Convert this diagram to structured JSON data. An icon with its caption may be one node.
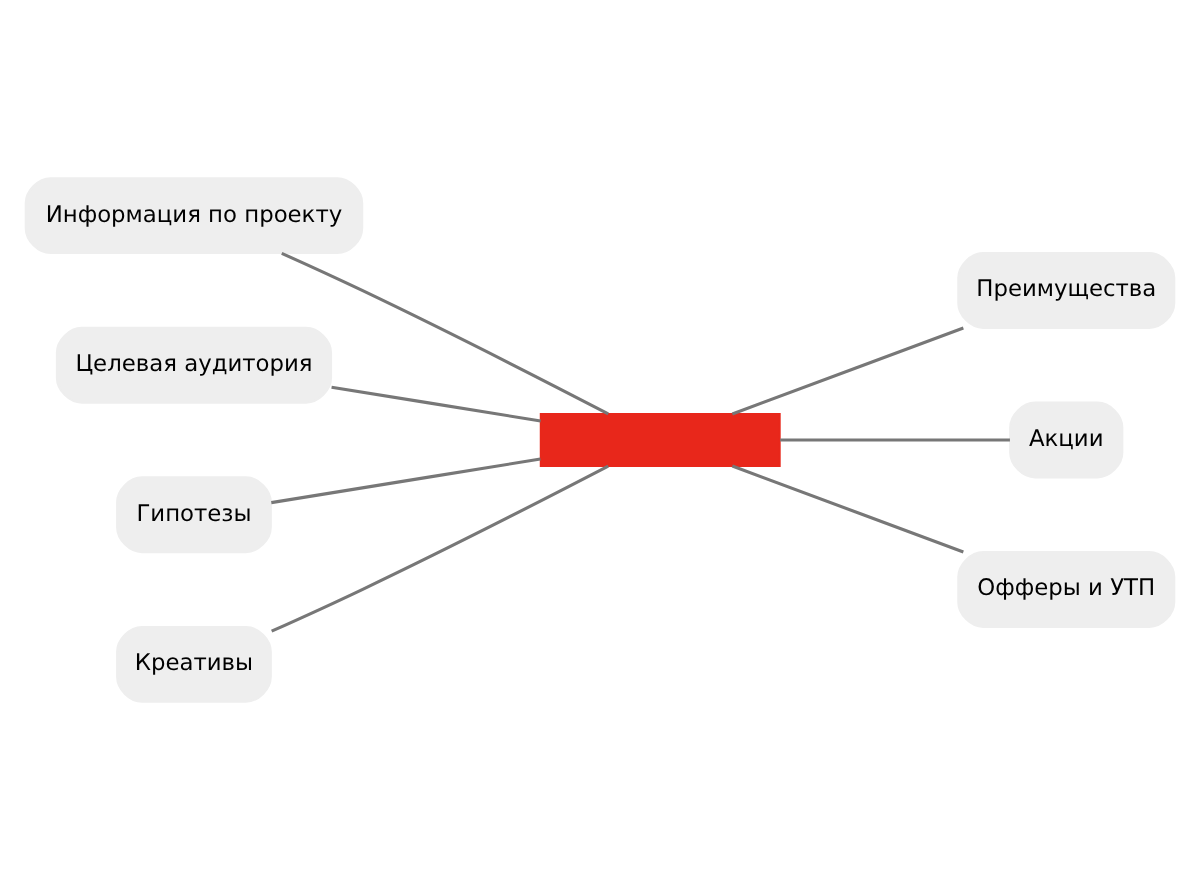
{
  "diagram": {
    "nodes": [
      {
        "text": [],
        "shape": "box"
      },
      {
        "text": [
          "Информация по проекту"
        ]
      },
      {
        "text": [
          "Целевая аудитория"
        ]
      },
      {
        "text": [
          "Гипотезы"
        ]
      },
      {
        "text": [
          "Креативы"
        ]
      },
      {
        "text": [
          "Преимущества"
        ]
      },
      {
        "text": [
          "Акции"
        ]
      },
      {
        "text": [
          "Офферы и УТП"
        ]
      }
    ],
    "edges": [
      {
        "from": 0,
        "to": 1,
        "arrow": "none"
      },
      {
        "from": 0,
        "to": 2,
        "arrow": "none"
      },
      {
        "from": 0,
        "to": 3,
        "arrow": "none"
      },
      {
        "from": 0,
        "to": 4,
        "arrow": "none"
      },
      {
        "from": 0,
        "to": 5,
        "arrow": "none"
      },
      {
        "from": 0,
        "to": 6,
        "arrow": "none"
      },
      {
        "from": 0,
        "to": 7,
        "arrow": "none"
      }
    ]
  }
}
